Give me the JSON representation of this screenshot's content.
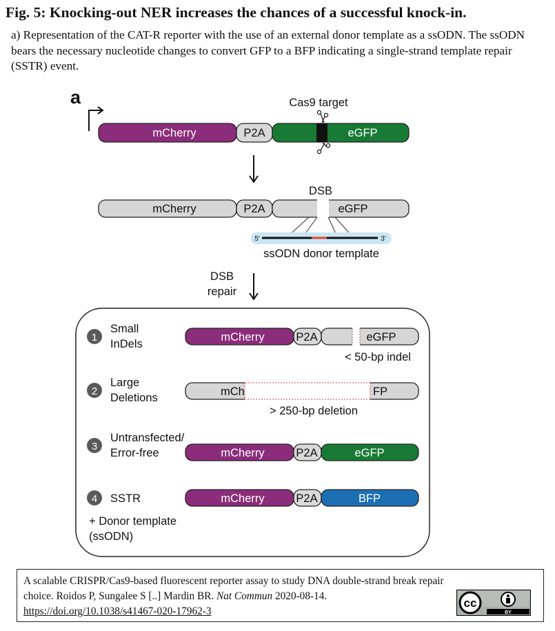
{
  "figure": {
    "title": "Fig. 5: Knocking-out NER increases the chances of a successful knock-in.",
    "caption": "a) Representation of the CAT-R reporter with the use of an external donor template as a ssODN. The ssODN bears the necessary nucleotide changes to convert GFP to a BFP indicating a single-strand template repair (SSTR) event."
  },
  "panel": {
    "label": "a",
    "cas9_target": "Cas9 target",
    "construct_top": {
      "mcherry": "mCherry",
      "p2a": "P2A",
      "egfp": "eGFP"
    },
    "construct_dsb": {
      "dsb": "DSB",
      "mcherry": "mCherry",
      "p2a": "P2A",
      "egfp": "eGFP"
    },
    "ssodn": {
      "five_prime": "5'",
      "three_prime": "3'",
      "label": "ssODN donor template"
    },
    "repair_step": {
      "line1": "DSB",
      "line2": "repair"
    },
    "outcomes": [
      {
        "number": "1",
        "line1": "Small",
        "line2": "InDels",
        "mcherry": "mCherry",
        "p2a": "P2A",
        "gfp": "eGFP",
        "note": "< 50-bp indel"
      },
      {
        "number": "2",
        "line1": "Large",
        "line2": "Deletions",
        "left": "mCh",
        "right": "FP",
        "note": "> 250-bp deletion"
      },
      {
        "number": "3",
        "line1": "Untransfected/",
        "line2": "Error-free",
        "mcherry": "mCherry",
        "p2a": "P2A",
        "gfp": "eGFP"
      },
      {
        "number": "4",
        "line1": "SSTR",
        "mcherry": "mCherry",
        "p2a": "P2A",
        "gfp": "BFP",
        "donor_line1": "+ Donor template",
        "donor_line2": "(ssODN)"
      }
    ]
  },
  "citation": {
    "line1": "A scalable CRISPR/Cas9-based fluorescent reporter assay to study DNA double-strand break repair",
    "line2_prefix": "choice. Roidos P,  Sungalee S [..]  Mardin BR. ",
    "journal": "Nat Commun",
    "date": " 2020-08-14.",
    "doi": "https://doi.org/10.1038/s41467-020-17962-3",
    "license": {
      "cc": "cc",
      "by": "BY"
    }
  },
  "colors": {
    "mcherry": "#8b2d7a",
    "p2a": "#d9d9d9",
    "egfp": "#187a35",
    "bfp": "#1c6fb3",
    "grey_segment": "#d6d6d6",
    "ssodn_glow": "#c9e6f2",
    "ssodn_edit": "#e0452e",
    "deletion_line": "#e23b3b"
  }
}
